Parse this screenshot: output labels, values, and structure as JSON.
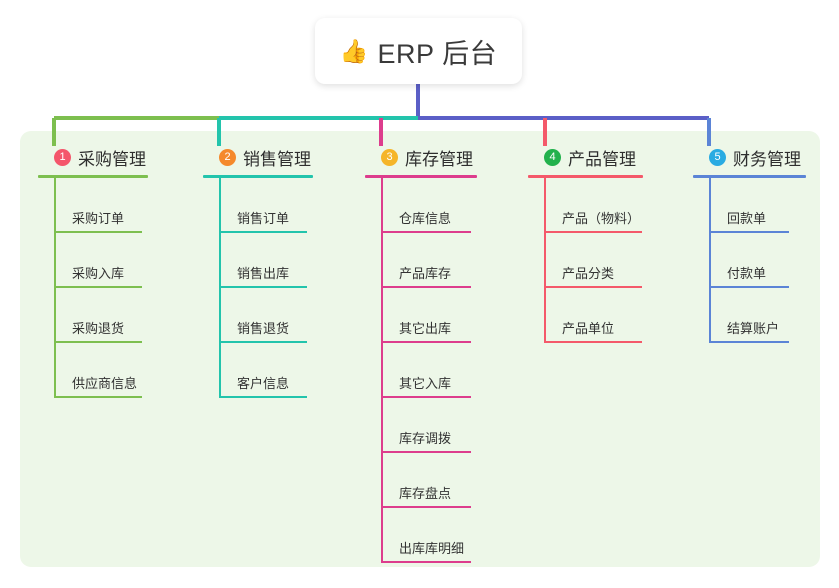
{
  "root": {
    "icon": "thumbs-up-icon",
    "emoji": "👍",
    "title": "ERP 后台"
  },
  "palette": {
    "panel_bg": "#EDF7E8",
    "page_bg": "#FFFFFF",
    "root_stem": "#5B5FC7",
    "trunk_bar": "#5B5FC7"
  },
  "branches": [
    {
      "number": "1",
      "title": "采购管理",
      "color": "#7DBF4F",
      "badge_color": "#F4566B",
      "leaves": [
        {
          "label": "采购订单"
        },
        {
          "label": "采购入库"
        },
        {
          "label": "采购退货"
        },
        {
          "label": "供应商信息"
        }
      ]
    },
    {
      "number": "2",
      "title": "销售管理",
      "color": "#23C4AC",
      "badge_color": "#F5892B",
      "leaves": [
        {
          "label": "销售订单"
        },
        {
          "label": "销售出库"
        },
        {
          "label": "销售退货"
        },
        {
          "label": "客户信息"
        }
      ]
    },
    {
      "number": "3",
      "title": "库存管理",
      "color": "#DD3D8D",
      "badge_color": "#F5B529",
      "leaves": [
        {
          "label": "仓库信息"
        },
        {
          "label": "产品库存"
        },
        {
          "label": "其它出库"
        },
        {
          "label": "其它入库"
        },
        {
          "label": "库存调拨"
        },
        {
          "label": "库存盘点"
        },
        {
          "label": "出库库明细"
        }
      ]
    },
    {
      "number": "4",
      "title": "产品管理",
      "color": "#F4596A",
      "badge_color": "#22B14C",
      "leaves": [
        {
          "label": "产品（物料）"
        },
        {
          "label": "产品分类"
        },
        {
          "label": "产品单位"
        }
      ]
    },
    {
      "number": "5",
      "title": "财务管理",
      "color": "#5B84D6",
      "badge_color": "#29ABE2",
      "leaves": [
        {
          "label": "回款单"
        },
        {
          "label": "付款单"
        },
        {
          "label": "结算账户"
        }
      ]
    }
  ]
}
